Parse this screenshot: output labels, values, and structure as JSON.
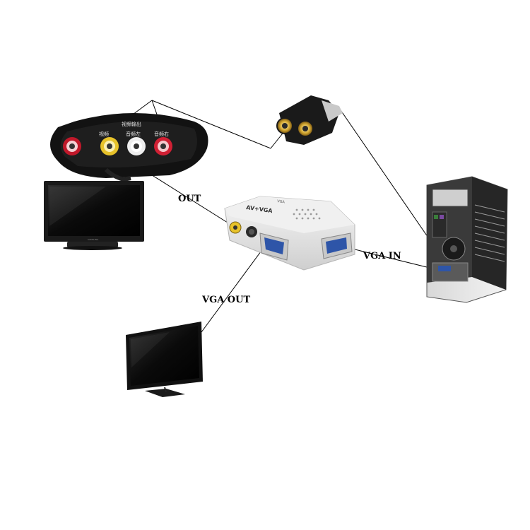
{
  "labels": {
    "out": "OUT",
    "vga_out": "VGA OUT",
    "vga_in": "VGA IN"
  },
  "av_panel": {
    "heading": "视频输出",
    "jack_labels": [
      "视频",
      "音频左",
      "音频右"
    ],
    "jack_colors": [
      "#f2d23a",
      "#f4f4f4",
      "#d8283a"
    ],
    "extra_jack_color": "#d8283a"
  },
  "converter": {
    "brand": "AV+VGA",
    "model": "VGA"
  },
  "tv_brand": "SAMSUNG"
}
